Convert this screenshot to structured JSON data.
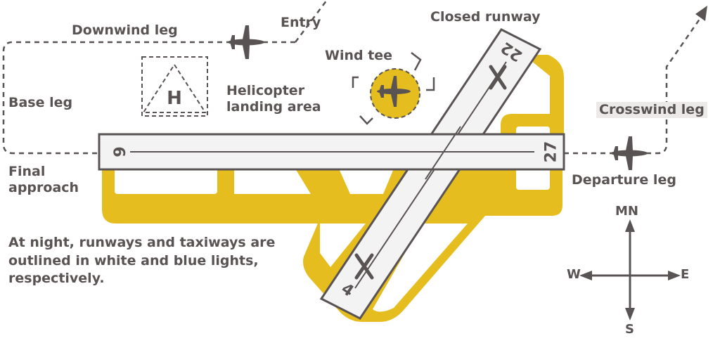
{
  "labels": {
    "downwind_leg": "Downwind leg",
    "entry": "Entry",
    "closed_runway": "Closed runway",
    "wind_tee": "Wind tee",
    "base_leg": "Base leg",
    "helicopter_landing_area": "Helicopter landing area",
    "crosswind_leg": "Crosswind leg",
    "final_approach": "Final approach",
    "departure_leg": "Departure leg",
    "night_note": "At night, runways and taxiways are outlined in white and blue lights, respectively."
  },
  "runways": {
    "rwy_6": "6",
    "rwy_27": "27",
    "rwy_22": "22",
    "rwy_4": "4"
  },
  "helipad_letter": "H",
  "compass": {
    "north": "MN",
    "south": "S",
    "east": "E",
    "west": "W"
  },
  "colors": {
    "taxiway": "#e6bd1f",
    "ink": "#595353",
    "runway_fill": "#f3f3f3"
  },
  "icons": [
    "airplane-icon",
    "wind-tee-icon",
    "helipad-icon",
    "compass-icon",
    "closed-x-icon",
    "arrow-icon"
  ]
}
